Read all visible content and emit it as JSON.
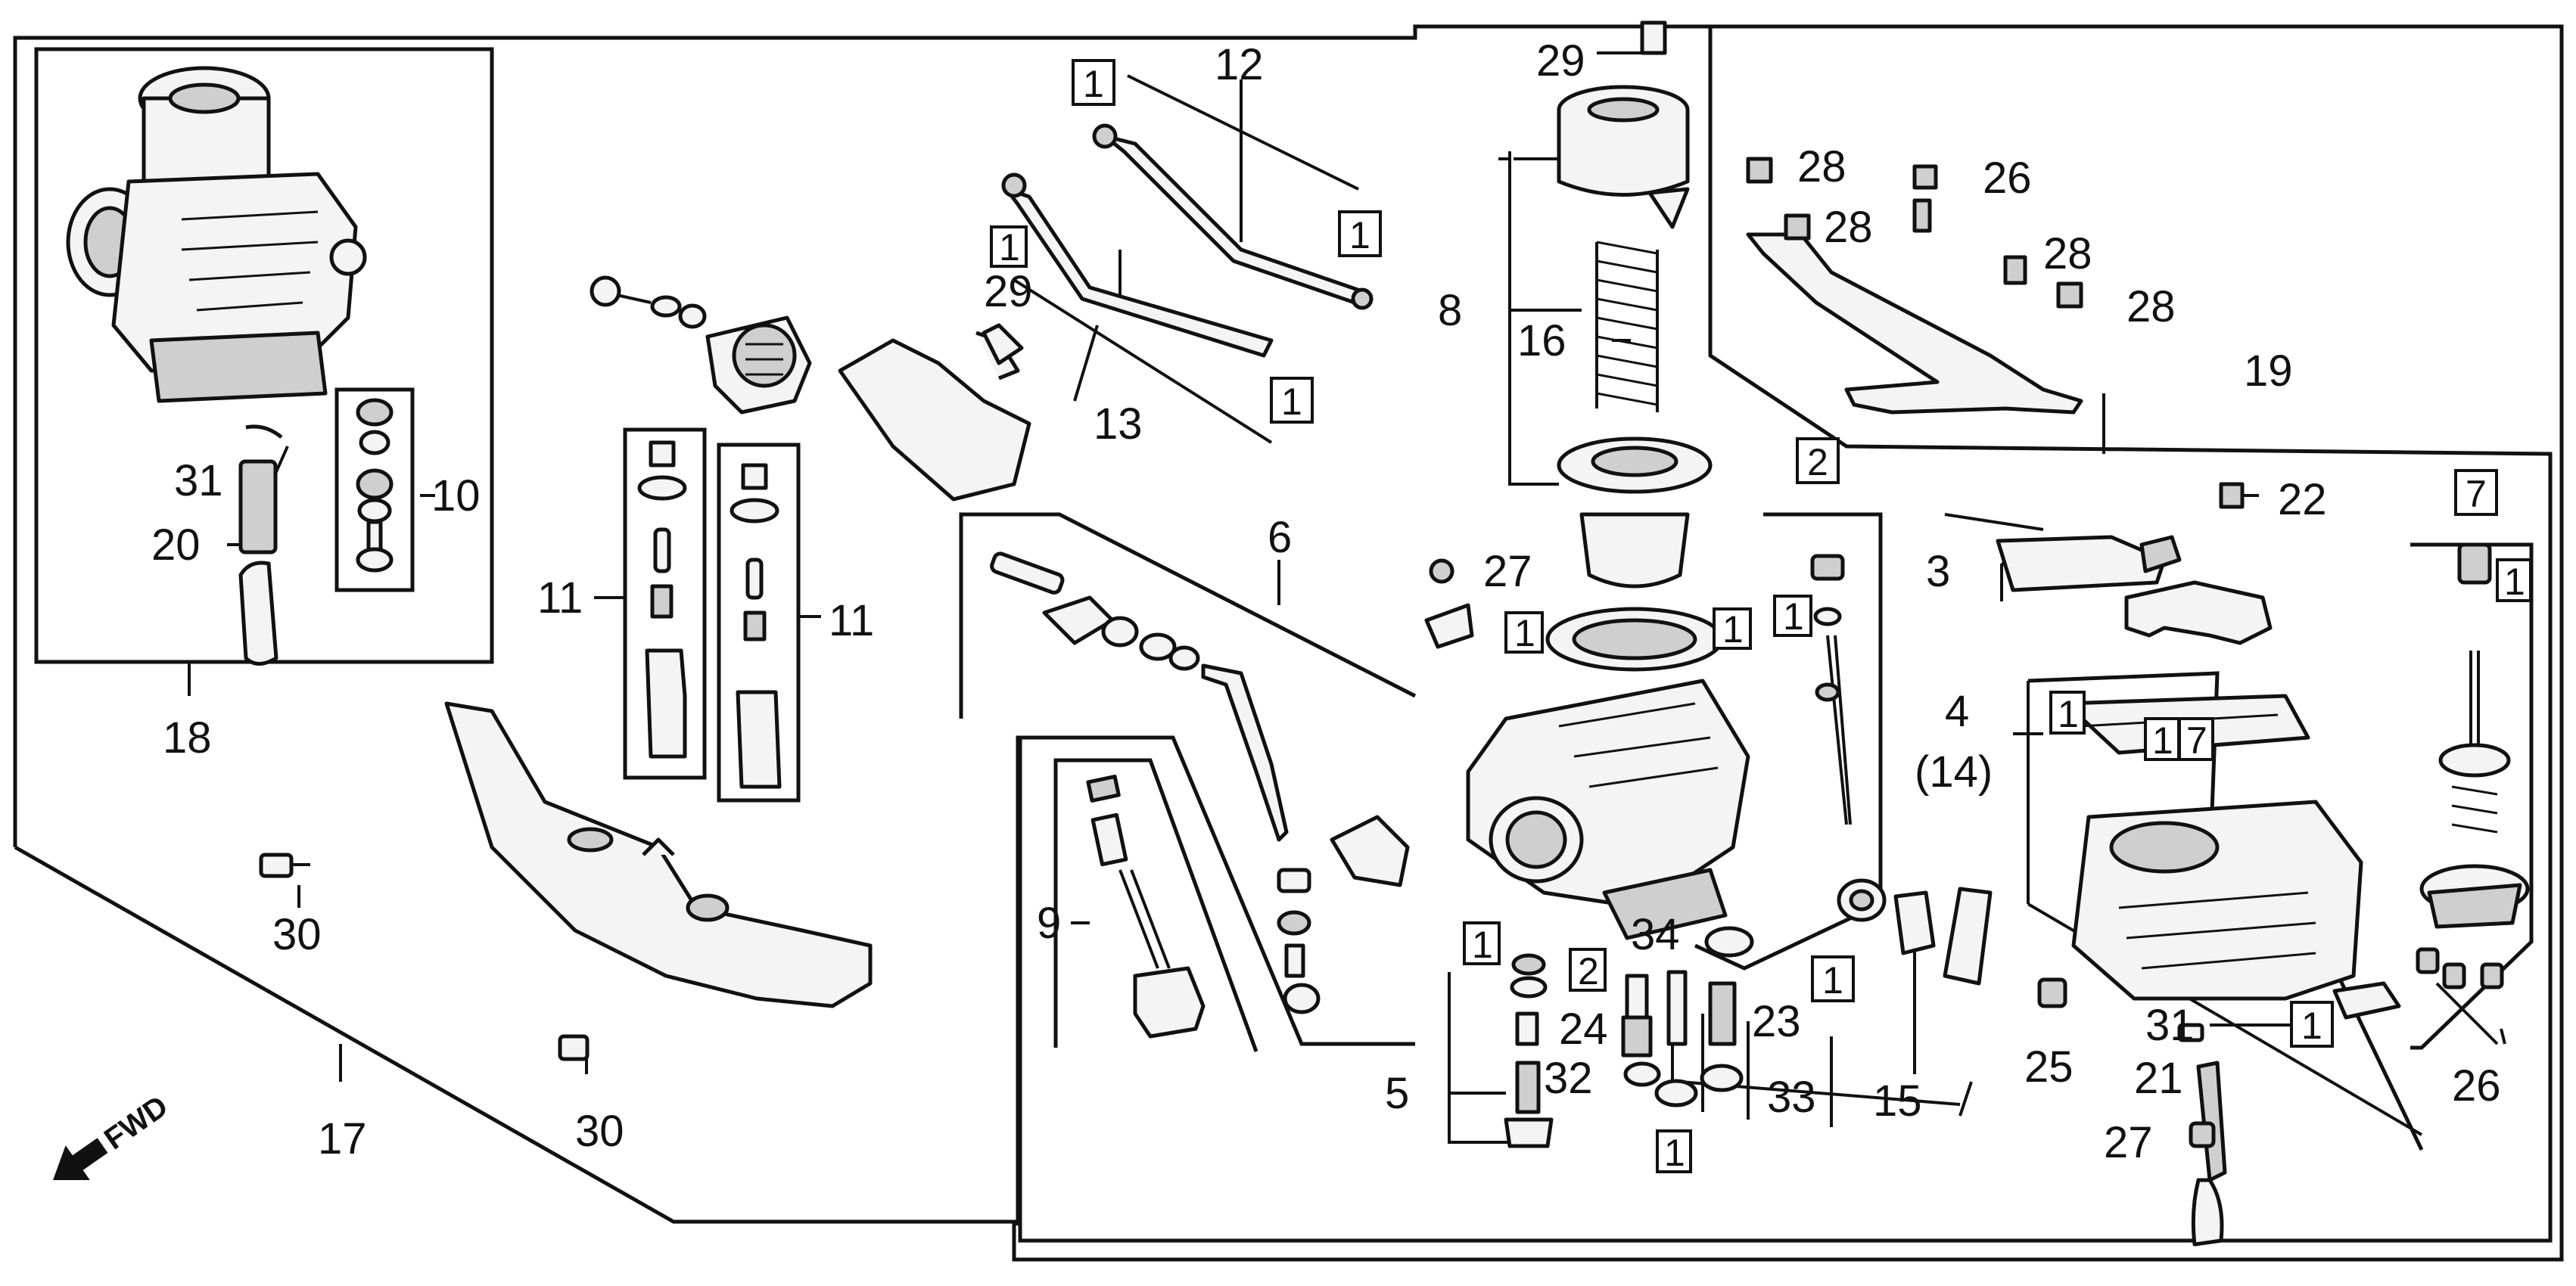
{
  "callouts": [
    {
      "id": "c12",
      "label": "12"
    },
    {
      "id": "c13",
      "label": "13"
    },
    {
      "id": "c29a",
      "label": "29"
    },
    {
      "id": "c29b",
      "label": "29"
    },
    {
      "id": "c8",
      "label": "8"
    },
    {
      "id": "c16",
      "label": "16"
    },
    {
      "id": "c28a",
      "label": "28"
    },
    {
      "id": "c28b",
      "label": "28"
    },
    {
      "id": "c28c",
      "label": "28"
    },
    {
      "id": "c28d",
      "label": "28"
    },
    {
      "id": "c26a",
      "label": "26"
    },
    {
      "id": "c19",
      "label": "19"
    },
    {
      "id": "c22",
      "label": "22"
    },
    {
      "id": "c3",
      "label": "3"
    },
    {
      "id": "c4",
      "label": "4"
    },
    {
      "id": "c14",
      "label": "(14)"
    },
    {
      "id": "c31a",
      "label": "31"
    },
    {
      "id": "c20",
      "label": "20"
    },
    {
      "id": "c10",
      "label": "10"
    },
    {
      "id": "c18",
      "label": "18"
    },
    {
      "id": "c11a",
      "label": "11"
    },
    {
      "id": "c11b",
      "label": "11"
    },
    {
      "id": "c6",
      "label": "6"
    },
    {
      "id": "c27a",
      "label": "27"
    },
    {
      "id": "c9",
      "label": "9"
    },
    {
      "id": "c30a",
      "label": "30"
    },
    {
      "id": "c30b",
      "label": "30"
    },
    {
      "id": "c17",
      "label": "17"
    },
    {
      "id": "c34",
      "label": "34"
    },
    {
      "id": "c24",
      "label": "24"
    },
    {
      "id": "c23",
      "label": "23"
    },
    {
      "id": "c5",
      "label": "5"
    },
    {
      "id": "c32",
      "label": "32"
    },
    {
      "id": "c33",
      "label": "33"
    },
    {
      "id": "c15",
      "label": "15"
    },
    {
      "id": "c25",
      "label": "25"
    },
    {
      "id": "c31b",
      "label": "31"
    },
    {
      "id": "c21",
      "label": "21"
    },
    {
      "id": "c27b",
      "label": "27"
    },
    {
      "id": "c26b",
      "label": "26"
    }
  ],
  "boxed_refs": [
    {
      "id": "b1",
      "label": "1"
    },
    {
      "id": "b2",
      "label": "1"
    },
    {
      "id": "b3",
      "label": "1"
    },
    {
      "id": "b4",
      "label": "1"
    },
    {
      "id": "b5",
      "label": "1"
    },
    {
      "id": "b6",
      "label": "1"
    },
    {
      "id": "b7",
      "label": "1"
    },
    {
      "id": "b8",
      "label": "2"
    },
    {
      "id": "b9",
      "label": "7"
    },
    {
      "id": "b10",
      "label": "1"
    },
    {
      "id": "b11",
      "label": "1"
    },
    {
      "id": "b12",
      "label": "1"
    },
    {
      "id": "b13",
      "label": "7"
    },
    {
      "id": "b14",
      "label": "1"
    },
    {
      "id": "b15",
      "label": "2"
    },
    {
      "id": "b16",
      "label": "1"
    },
    {
      "id": "b17",
      "label": "1"
    },
    {
      "id": "b18",
      "label": "1"
    }
  ],
  "direction": {
    "label": "FWD",
    "arrow_icon": "fwd-arrow-icon"
  }
}
